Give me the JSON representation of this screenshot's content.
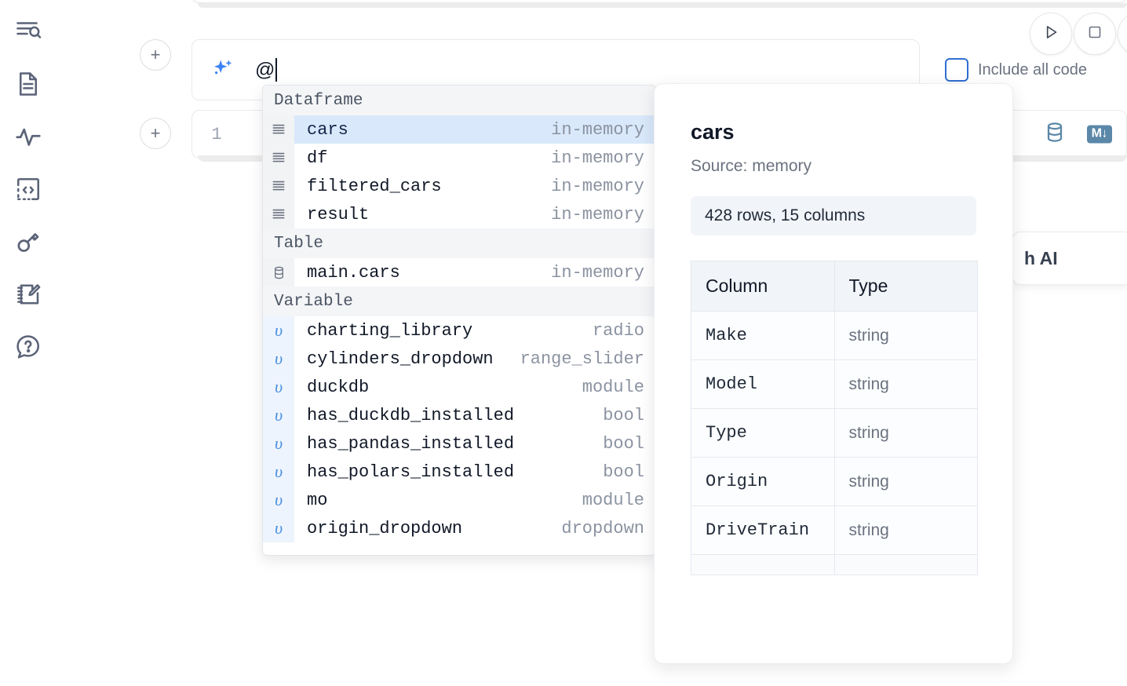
{
  "sidebar": {
    "items": [
      {
        "name": "explore-icon",
        "label": "Explore"
      },
      {
        "name": "document-icon",
        "label": "Notebook"
      },
      {
        "name": "activity-icon",
        "label": "Activity"
      },
      {
        "name": "code-icon",
        "label": "Snippets"
      },
      {
        "name": "key-icon",
        "label": "Secrets"
      },
      {
        "name": "notepad-edit-icon",
        "label": "Scratchpad"
      },
      {
        "name": "help-chat-icon",
        "label": "Help"
      }
    ]
  },
  "toolbar": {
    "run_label": "Run",
    "stop_label": "Stop",
    "more_label": "More",
    "include_all_code_label": "Include all code",
    "include_all_code_checked": false
  },
  "ai_prompt": {
    "value": "@",
    "icon": "sparkle-icon"
  },
  "code_cell": {
    "line_number": "1",
    "database_icon": "database-icon",
    "markdown_badge": "M↓"
  },
  "ai_card": {
    "label": "h AI"
  },
  "add_cell": {
    "plus_label": "+"
  },
  "autocomplete": {
    "groups": [
      {
        "title": "Dataframe",
        "items": [
          {
            "icon": "dataframe-icon",
            "name": "cars",
            "meta": "in-memory",
            "selected": true
          },
          {
            "icon": "dataframe-icon",
            "name": "df",
            "meta": "in-memory",
            "selected": false
          },
          {
            "icon": "dataframe-icon",
            "name": "filtered_cars",
            "meta": "in-memory",
            "selected": false
          },
          {
            "icon": "dataframe-icon",
            "name": "result",
            "meta": "in-memory",
            "selected": false
          }
        ]
      },
      {
        "title": "Table",
        "items": [
          {
            "icon": "table-icon",
            "name": "main.cars",
            "meta": "in-memory",
            "selected": false
          }
        ]
      },
      {
        "title": "Variable",
        "items": [
          {
            "icon": "variable-icon",
            "name": "charting_library",
            "meta": "radio",
            "selected": false
          },
          {
            "icon": "variable-icon",
            "name": "cylinders_dropdown",
            "meta": "range_slider",
            "selected": false
          },
          {
            "icon": "variable-icon",
            "name": "duckdb",
            "meta": "module",
            "selected": false
          },
          {
            "icon": "variable-icon",
            "name": "has_duckdb_installed",
            "meta": "bool",
            "selected": false
          },
          {
            "icon": "variable-icon",
            "name": "has_pandas_installed",
            "meta": "bool",
            "selected": false
          },
          {
            "icon": "variable-icon",
            "name": "has_polars_installed",
            "meta": "bool",
            "selected": false
          },
          {
            "icon": "variable-icon",
            "name": "mo",
            "meta": "module",
            "selected": false
          },
          {
            "icon": "variable-icon",
            "name": "origin_dropdown",
            "meta": "dropdown",
            "selected": false
          }
        ]
      }
    ]
  },
  "doc_panel": {
    "title": "cars",
    "source": "Source: memory",
    "shape": "428 rows, 15 columns",
    "table": {
      "headers": [
        "Column",
        "Type"
      ],
      "rows": [
        [
          "Make",
          "string"
        ],
        [
          "Model",
          "string"
        ],
        [
          "Type",
          "string"
        ],
        [
          "Origin",
          "string"
        ],
        [
          "DriveTrain",
          "string"
        ]
      ]
    }
  },
  "colors": {
    "accent_blue": "#4a90e2",
    "selection_blue": "#d9e8fa",
    "icon_slate": "#5b6478",
    "steel_blue": "#5b87a8",
    "checkbox_border": "#2f6fd0"
  }
}
